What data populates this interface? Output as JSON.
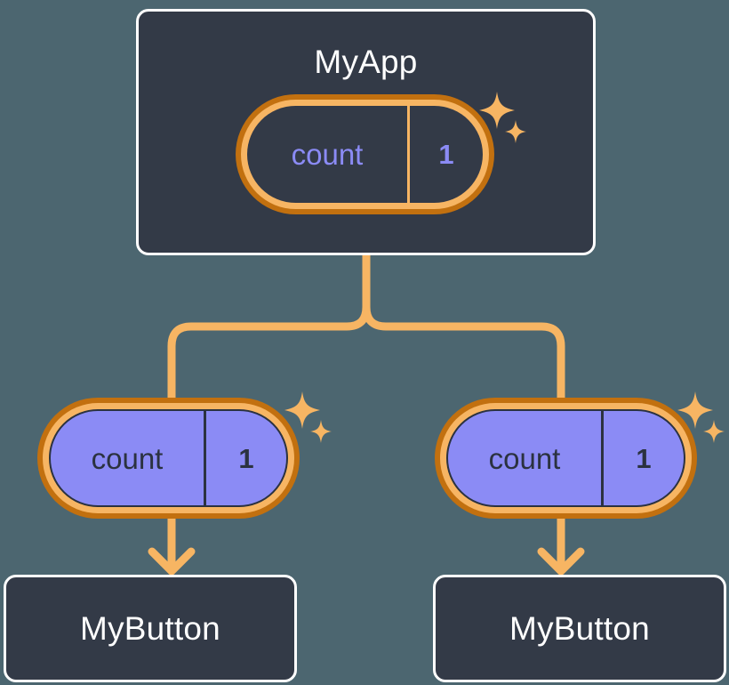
{
  "theme": {
    "background": "#4c6670",
    "card_fill": "#333a47",
    "card_border": "#ffffff",
    "pill_ring_outer": "#c2700f",
    "pill_ring_inner": "#f7b563",
    "pill_consumer_fill": "#8b8bf5",
    "connector": "#f7b563",
    "accent_text": "#8b8bf5",
    "dark_text": "#2b3240",
    "light_text": "#ffffff"
  },
  "diagram": {
    "type": "tree",
    "title": "MyApp",
    "root": {
      "name": "app-card",
      "label": "MyApp",
      "context": {
        "key": "count",
        "value": "1",
        "sparkle_icon": "sparkles-icon"
      }
    },
    "branches": [
      {
        "name": "branch-left",
        "context": {
          "key": "count",
          "value": "1",
          "sparkle_icon": "sparkles-icon"
        },
        "child": {
          "name": "button-card-left",
          "label": "MyButton"
        },
        "arrow_icon": "arrow-down-icon"
      },
      {
        "name": "branch-right",
        "context": {
          "key": "count",
          "value": "1",
          "sparkle_icon": "sparkles-icon"
        },
        "child": {
          "name": "button-card-right",
          "label": "MyButton"
        },
        "arrow_icon": "arrow-down-icon"
      }
    ]
  }
}
